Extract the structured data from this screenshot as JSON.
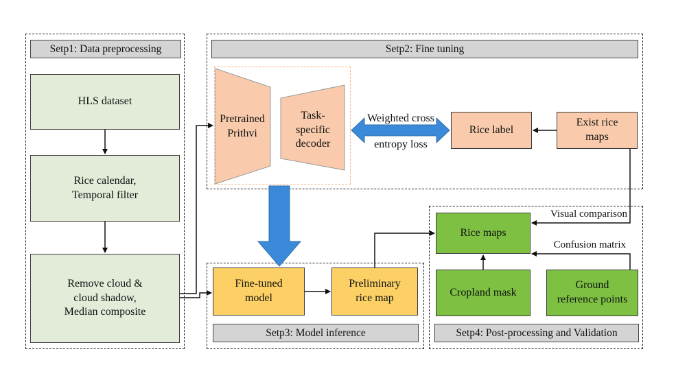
{
  "stages": {
    "step1": "Setp1: Data preprocessing",
    "step2": "Setp2: Fine tuning",
    "step3": "Setp3: Model inference",
    "step4": "Setp4: Post-processing and Validation"
  },
  "step1": {
    "hls": "HLS dataset",
    "calendar": "Rice calendar,\nTemporal filter",
    "cloud": "Remove cloud &\ncloud shadow,\nMedian composite"
  },
  "step2": {
    "encoder": "Pretrained\nPrithvi",
    "decoder": "Task-\nspecific\ndecoder",
    "loss_top": "Weighted cross",
    "loss_bottom": "entropy loss",
    "rice_label": "Rice label",
    "exist_maps": "Exist rice\nmaps"
  },
  "step3": {
    "finetuned": "Fine-tuned\nmodel",
    "preliminary": "Preliminary\nrice map"
  },
  "step4": {
    "rice_maps": "Rice maps",
    "cropland": "Cropland mask",
    "ground": "Ground\nreference points",
    "visual": "Visual comparison",
    "confusion": "Confusion matrix"
  },
  "colors": {
    "pale_green": "#e2ecd9",
    "peach": "#f9cbac",
    "orange": "#fcd064",
    "green": "#7dc042",
    "blue_arrow": "#3b8ad9",
    "stage_label": "#d4d4d4"
  }
}
